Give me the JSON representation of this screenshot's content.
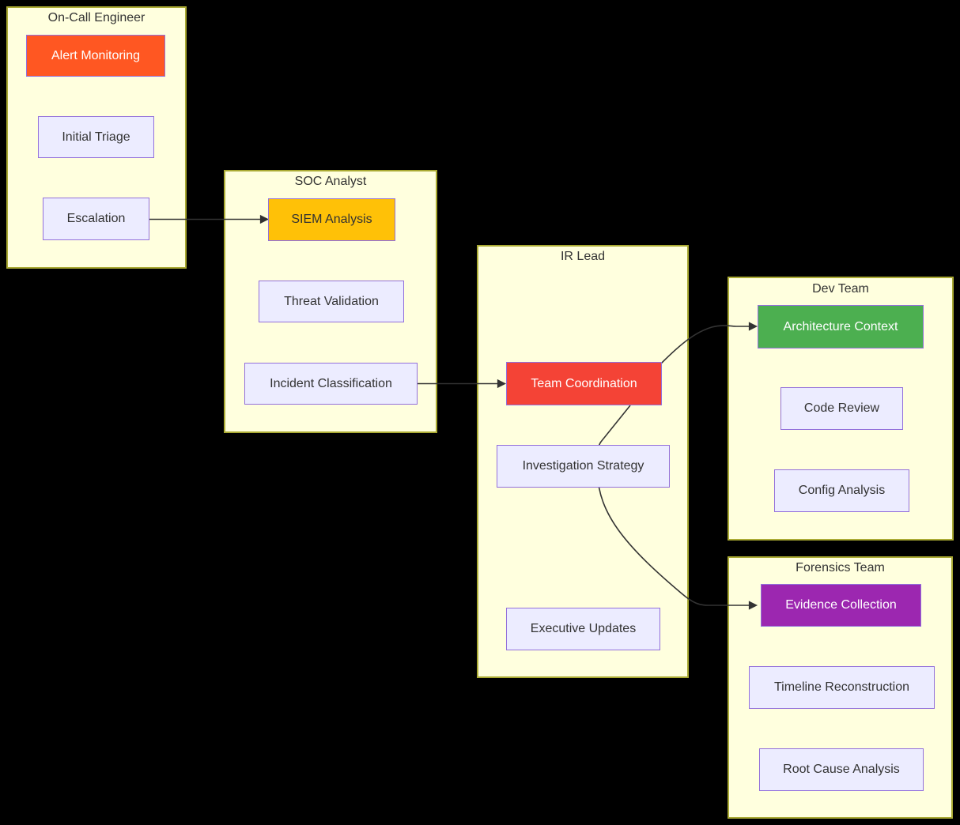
{
  "diagram": {
    "type": "flowchart",
    "background_color": "#000000",
    "group_fill": "#ffffde",
    "group_border_color": "#aaaa33",
    "default_node_fill": "#ECECFF",
    "node_border_color": "#9370DB",
    "edge_color": "#333333",
    "groups": [
      {
        "title": "On-Call Engineer",
        "nodes": [
          {
            "label": "Alert Monitoring",
            "fill": "#FF5722",
            "text_color": "#ffffff"
          },
          {
            "label": "Initial Triage",
            "fill": "#ECECFF",
            "text_color": "#333333"
          },
          {
            "label": "Escalation",
            "fill": "#ECECFF",
            "text_color": "#333333"
          }
        ]
      },
      {
        "title": "SOC Analyst",
        "nodes": [
          {
            "label": "SIEM Analysis",
            "fill": "#FFC107",
            "text_color": "#333333"
          },
          {
            "label": "Threat Validation",
            "fill": "#ECECFF",
            "text_color": "#333333"
          },
          {
            "label": "Incident Classification",
            "fill": "#ECECFF",
            "text_color": "#333333"
          }
        ]
      },
      {
        "title": "IR Lead",
        "nodes": [
          {
            "label": "Team Coordination",
            "fill": "#F44336",
            "text_color": "#ffffff"
          },
          {
            "label": "Investigation Strategy",
            "fill": "#ECECFF",
            "text_color": "#333333"
          },
          {
            "label": "Executive Updates",
            "fill": "#ECECFF",
            "text_color": "#333333"
          }
        ]
      },
      {
        "title": "Dev Team",
        "nodes": [
          {
            "label": "Architecture Context",
            "fill": "#4CAF50",
            "text_color": "#ffffff"
          },
          {
            "label": "Code Review",
            "fill": "#ECECFF",
            "text_color": "#333333"
          },
          {
            "label": "Config Analysis",
            "fill": "#ECECFF",
            "text_color": "#333333"
          }
        ]
      },
      {
        "title": "Forensics Team",
        "nodes": [
          {
            "label": "Evidence Collection",
            "fill": "#9C27B0",
            "text_color": "#ffffff"
          },
          {
            "label": "Timeline Reconstruction",
            "fill": "#ECECFF",
            "text_color": "#333333"
          },
          {
            "label": "Root Cause Analysis",
            "fill": "#ECECFF",
            "text_color": "#333333"
          }
        ]
      }
    ],
    "edges": [
      {
        "from": "Escalation",
        "to": "SIEM Analysis"
      },
      {
        "from": "Incident Classification",
        "to": "Team Coordination"
      },
      {
        "from": "Team Coordination",
        "to": "Architecture Context"
      },
      {
        "from": "Team Coordination",
        "to": "Evidence Collection"
      }
    ]
  }
}
